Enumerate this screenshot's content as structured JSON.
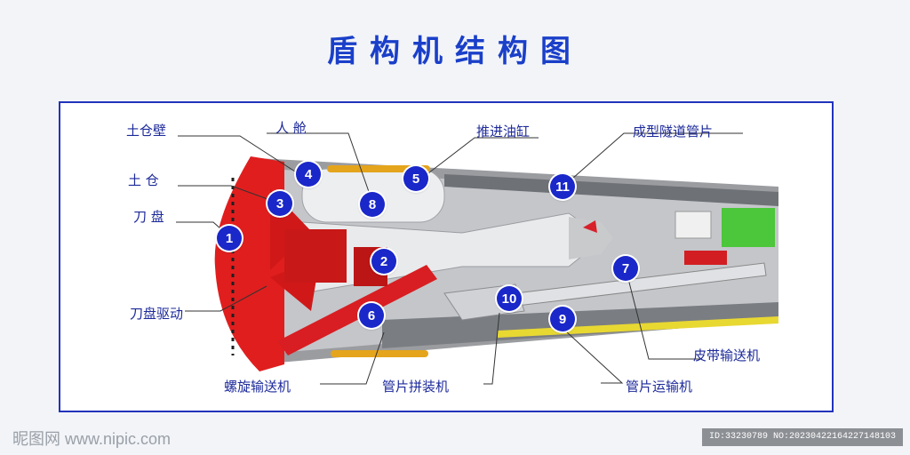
{
  "title": "盾构机结构图",
  "labels": {
    "soil_chamber_wall": "土仓壁",
    "personnel_cabin": "人 舱",
    "thrust_cylinder": "推进油缸",
    "tunnel_segment": "成型隧道管片",
    "soil_chamber": "土 仓",
    "cutterhead": "刀 盘",
    "cutterhead_drive": "刀盘驱动",
    "screw_conveyor": "螺旋输送机",
    "segment_erector": "管片拼装机",
    "segment_transporter": "管片运输机",
    "belt_conveyor": "皮带输送机"
  },
  "markers": [
    "1",
    "2",
    "3",
    "4",
    "5",
    "6",
    "7",
    "8",
    "9",
    "10",
    "11"
  ],
  "watermark": {
    "left": "昵图网 www.nipic.com",
    "right": "ID:33230789 NO:20230422164227148103"
  },
  "colors": {
    "title": "#1a3fc9",
    "label": "#1d2a9a",
    "marker": "#1a27c9",
    "cutterhead": "#e01e1e",
    "tunnel": "#8a8d92"
  }
}
